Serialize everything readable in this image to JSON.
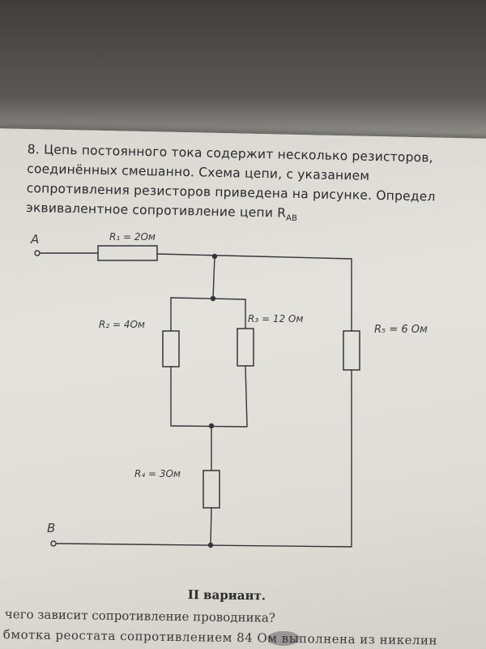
{
  "problem": {
    "number": "8.",
    "line1": " Цепь постоянного тока содержит несколько резисторов,",
    "line2": "соединённых смешанно. Схема цепи, с указанием",
    "line3": "сопротивления резисторов приведена на рисунке. Определ",
    "line4_main": "эквивалентное сопротивление цепи R",
    "line4_sub": "AB"
  },
  "circuit": {
    "terminal_a": "A",
    "terminal_b": "B",
    "r1_label": "R₁ = 2Ом",
    "r2_label": "R₂ = 4Ом",
    "r3_label": "R₃ = 12 Ом",
    "r4_label": "R₄ = 3Ом",
    "r5_label": "R₅ = 6 Ом"
  },
  "bottom": {
    "variant_heading": "II вариант.",
    "question1": "чего зависит сопротивление проводника?",
    "question2": "бмотка реостата сопротивлением 84 Ом выполнена из никелин"
  },
  "colors": {
    "paper": "#e2e0d9",
    "ink": "#34343a",
    "background": "#4a4a48"
  }
}
